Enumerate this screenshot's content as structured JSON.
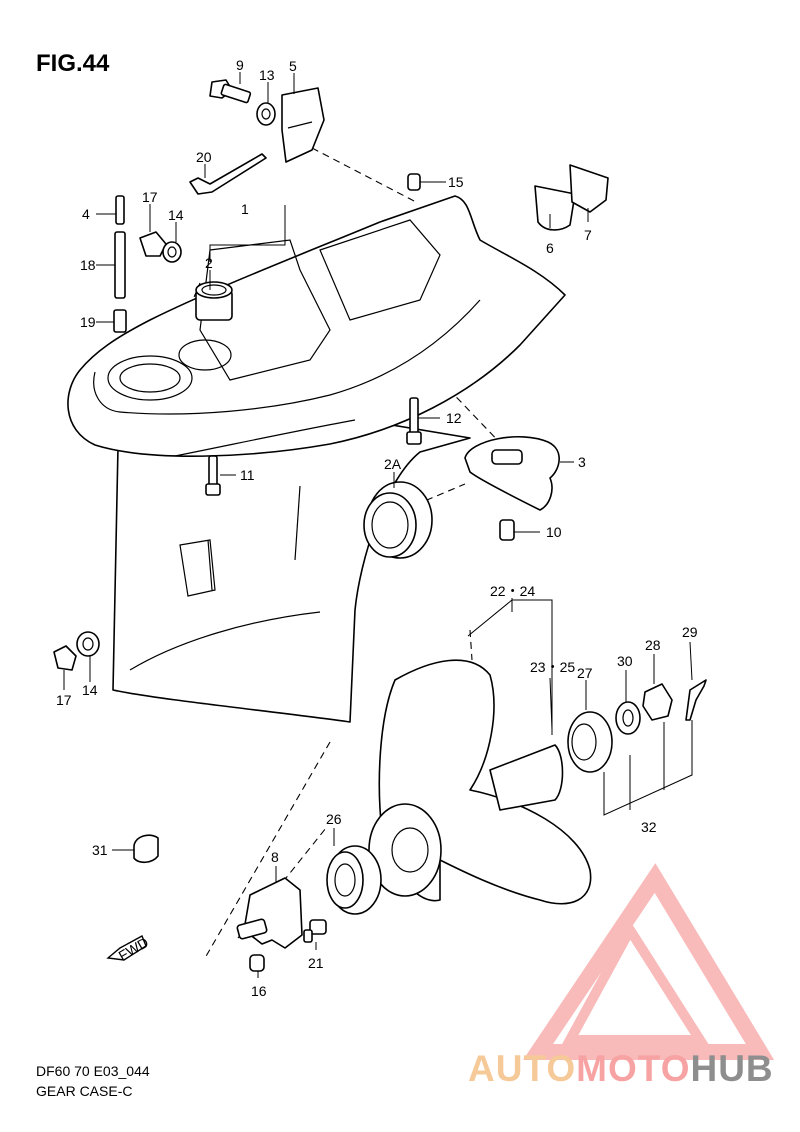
{
  "figure": {
    "title": "FIG.44",
    "code": "DF60 70 E03_044",
    "name": "GEAR CASE-C"
  },
  "callouts": [
    "9",
    "13",
    "5",
    "20",
    "15",
    "4",
    "17",
    "14",
    "1",
    "6",
    "7",
    "18",
    "2",
    "19",
    "12",
    "2A",
    "3",
    "11",
    "10",
    "22・24",
    "23・25",
    "27",
    "30",
    "28",
    "29",
    "17",
    "14",
    "32",
    "26",
    "8",
    "31",
    "21",
    "16"
  ],
  "badge": {
    "fwd": "FWD"
  },
  "watermark": {
    "part1": "AUTO",
    "part2": "MOTO",
    "part3": "HUB",
    "color_auto": "#f6c998",
    "color_moto": "#f7a3a3",
    "color_hub": "#8e8e8e",
    "logo_color": "#f7a3a3"
  }
}
